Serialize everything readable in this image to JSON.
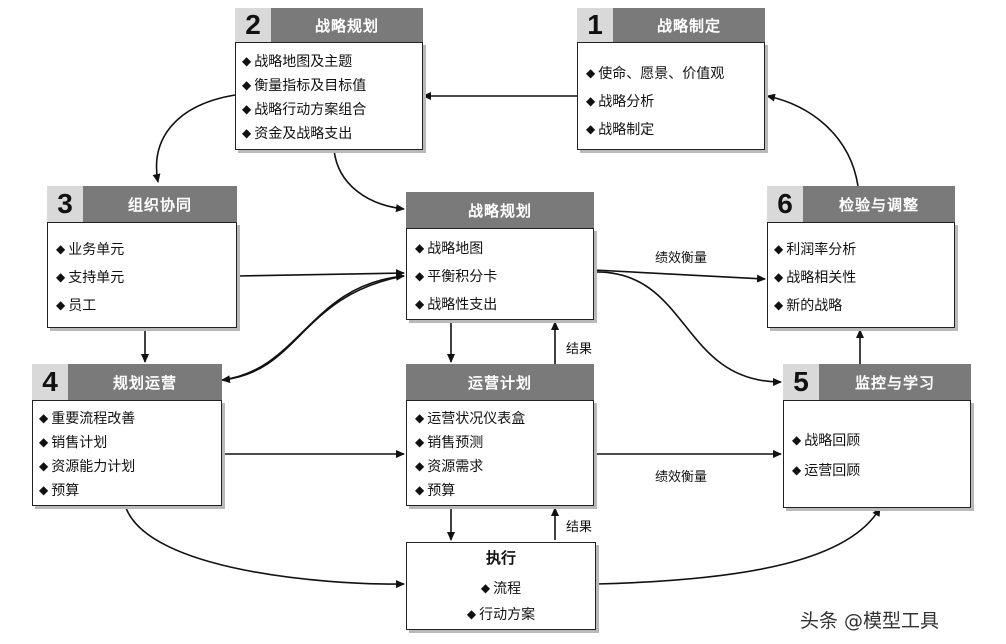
{
  "boxes": {
    "strategy_making": {
      "number": "1",
      "title": "战略制定",
      "items": [
        "使命、愿景、价值观",
        "战略分析",
        "战略制定"
      ]
    },
    "strategy_planning": {
      "number": "2",
      "title": "战略规划",
      "items": [
        "战略地图及主题",
        "衡量指标及目标值",
        "战略行动方案组合",
        "资金及战略支出"
      ]
    },
    "org_alignment": {
      "number": "3",
      "title": "组织协同",
      "items": [
        "业务单元",
        "支持单元",
        "员工"
      ]
    },
    "plan_operations": {
      "number": "4",
      "title": "规划运营",
      "items": [
        "重要流程改善",
        "销售计划",
        "资源能力计划",
        "预算"
      ]
    },
    "monitor_learn": {
      "number": "5",
      "title": "监控与学习",
      "items": [
        "战略回顾",
        "运营回顾"
      ]
    },
    "test_adapt": {
      "number": "6",
      "title": "检验与调整",
      "items": [
        "利润率分析",
        "战略相关性",
        "新的战略"
      ]
    },
    "center_strategy": {
      "title": "战略规划",
      "items": [
        "战略地图",
        "平衡积分卡",
        "战略性支出"
      ]
    },
    "operating_plan": {
      "title": "运营计划",
      "items": [
        "运营状况仪表盒",
        "销售预测",
        "资源需求",
        "预算"
      ]
    },
    "execution": {
      "title": "执行",
      "items": [
        "流程",
        "行动方案"
      ]
    }
  },
  "edge_labels": {
    "perf_top": "绩效衡量",
    "perf_bottom": "绩效衡量",
    "result_top": "结果",
    "result_bottom": "结果"
  },
  "bullet": "◆",
  "watermark": "头条 @模型工具"
}
